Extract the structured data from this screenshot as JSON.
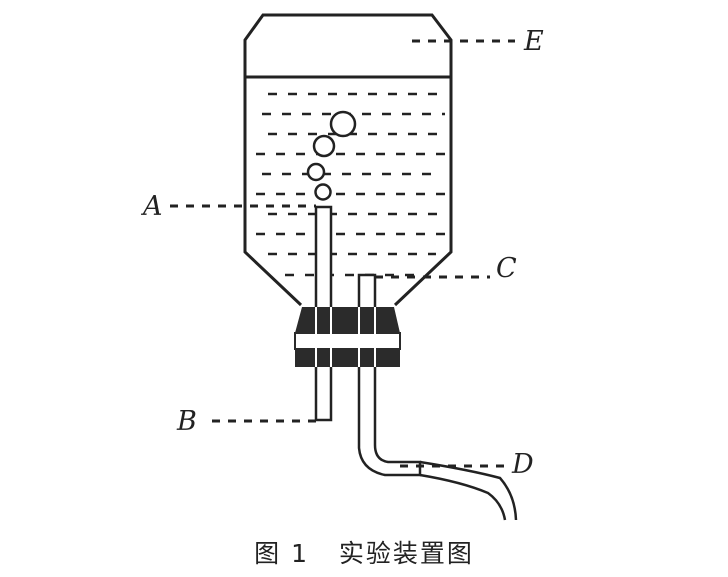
{
  "labels": {
    "A": "A",
    "B": "B",
    "C": "C",
    "D": "D",
    "E": "E"
  },
  "caption": "图 1   实验装置图",
  "colors": {
    "stroke": "#222222",
    "stopper": "#2b2b2b",
    "background": "#ffffff"
  }
}
